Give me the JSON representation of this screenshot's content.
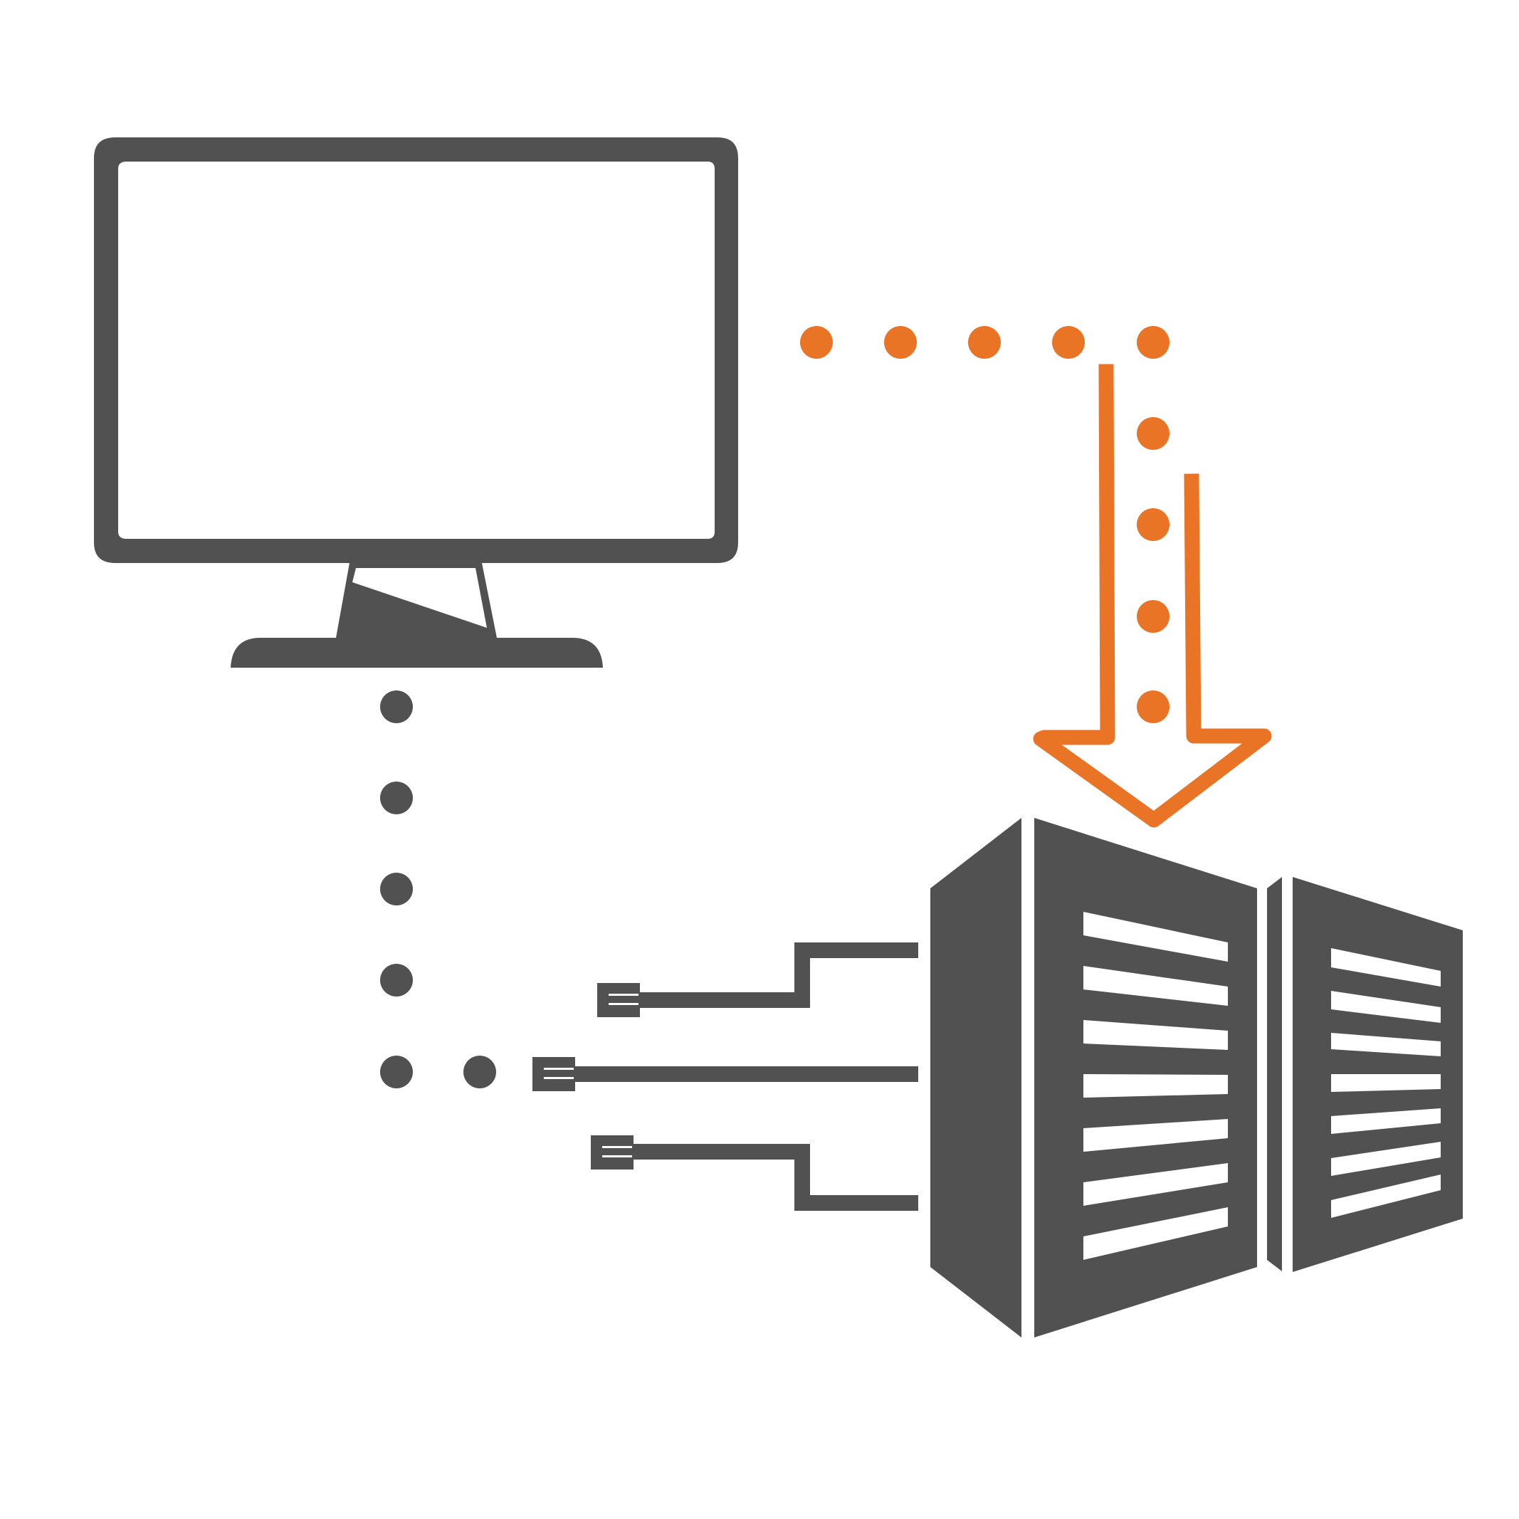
{
  "colors": {
    "background": "#ffffff",
    "icon_gray": "#515151",
    "accent_orange": "#ea7425"
  },
  "icons": {
    "monitor": "monitor-icon",
    "server": "server-rack-icon",
    "cable": "network-cable-plug-icon",
    "arrow": "down-arrow-outline-icon"
  },
  "connections": {
    "orange_path_dots": 9,
    "gray_path_dots": 6,
    "cables": 3
  }
}
